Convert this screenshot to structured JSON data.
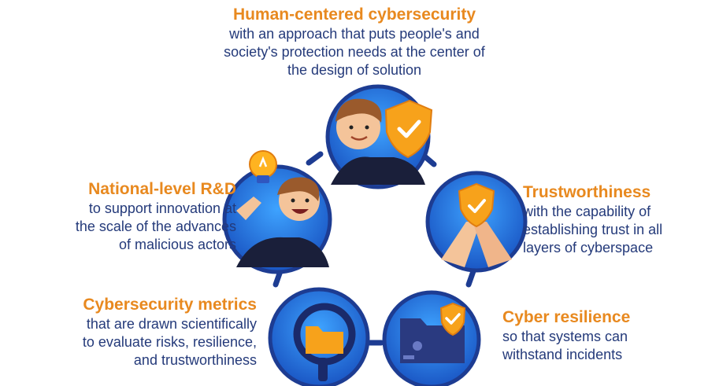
{
  "colors": {
    "title": "#e8891f",
    "text": "#243a7a",
    "ring": "#1d3c92",
    "circle_fill": "#1a56c4",
    "circle_glow": "#3ea3ff",
    "shield": "#f7a21b",
    "skin": "#f4c49a",
    "hair": "#9a5a2c",
    "shirt": "#1a1f3a"
  },
  "nodes": {
    "top": {
      "title": "Human-centered cybersecurity",
      "desc_lines": [
        "with an approach that puts people's and",
        "society's protection needs at the center of",
        "the design of solution"
      ],
      "icon": "person-with-shield-icon"
    },
    "left": {
      "title": "National-level R&D",
      "desc_lines": [
        "to support innovation at",
        "the scale of the advances",
        "of malicious actors"
      ],
      "icon": "person-with-lightbulb-icon"
    },
    "right": {
      "title": "Trustworthiness",
      "desc_lines": [
        "with the capability of",
        "establishing trust in all",
        "layers of cyberspace"
      ],
      "icon": "handshake-shield-icon"
    },
    "bottom_left": {
      "title": "Cybersecurity metrics",
      "desc_lines": [
        "that are drawn scientifically",
        "to evaluate risks, resilience,",
        "and trustworthiness"
      ],
      "icon": "magnifier-folder-icon"
    },
    "bottom_right": {
      "title": "Cyber resilience",
      "desc_lines": [
        "so that systems can",
        "withstand incidents"
      ],
      "icon": "folder-shield-icon"
    }
  }
}
